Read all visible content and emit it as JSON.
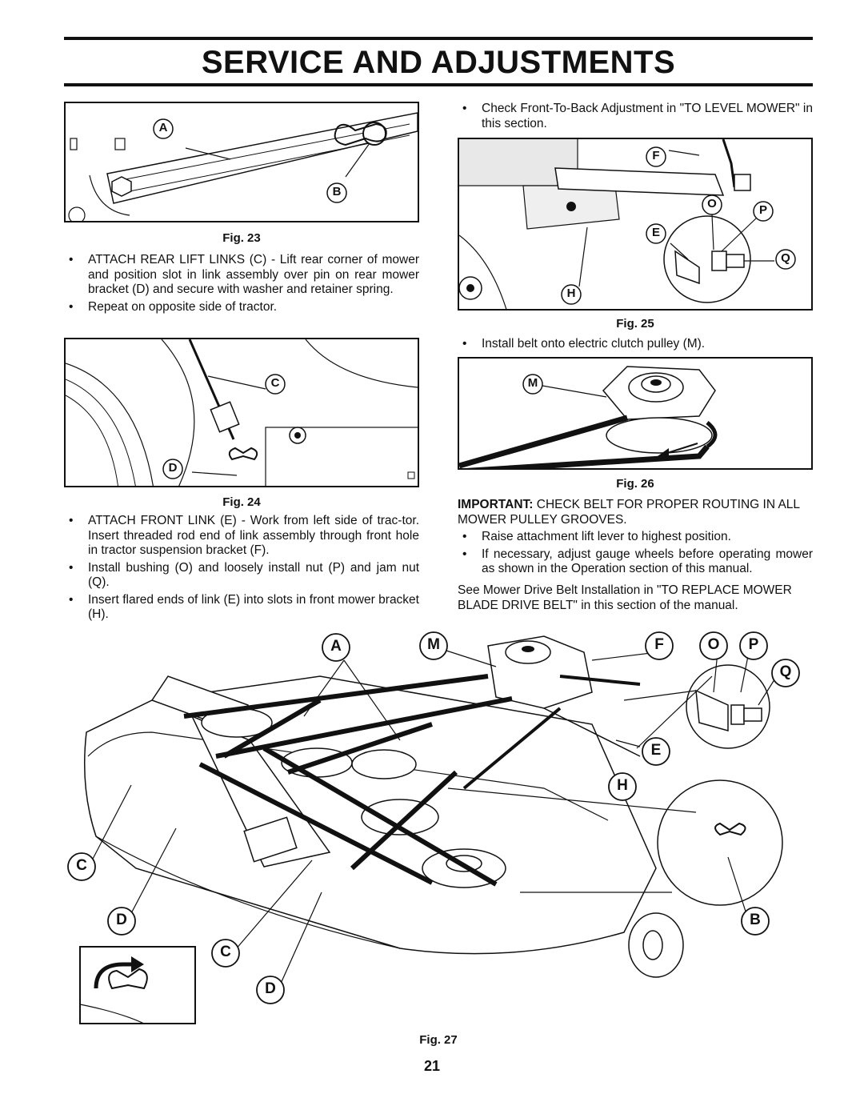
{
  "header": {
    "title": "SERVICE AND ADJUSTMENTS"
  },
  "fig23": {
    "caption": "Fig. 23",
    "labels": {
      "a": "A",
      "b": "B"
    }
  },
  "left_text_1": [
    "ATTACH REAR LIFT LINKS (C) - Lift rear corner of mower and position slot in link assembly over pin on rear mower bracket (D) and secure with washer and retainer spring.",
    "Repeat on opposite side of tractor."
  ],
  "fig24": {
    "caption": "Fig. 24",
    "labels": {
      "c": "C",
      "d": "D"
    }
  },
  "left_text_2": [
    "ATTACH FRONT LINK (E) - Work from left side of trac-tor. Insert threaded rod end of link assembly through front hole in tractor suspension bracket (F).",
    "Install bushing (O) and loosely install nut (P) and jam nut (Q).",
    "Insert flared ends of link (E) into slots in front mower bracket (H)."
  ],
  "right_text_1": [
    "Check Front-To-Back Adjustment in \"TO LEVEL MOWER\" in this section."
  ],
  "fig25": {
    "caption": "Fig. 25",
    "labels": {
      "f": "F",
      "o": "O",
      "p": "P",
      "e": "E",
      "q": "Q",
      "h": "H"
    }
  },
  "right_text_2": [
    "Install belt onto electric clutch pulley (M)."
  ],
  "fig26": {
    "caption": "Fig. 26",
    "labels": {
      "m": "M"
    }
  },
  "important": {
    "lead": "IMPORTANT:",
    "body": "CHECK BELT FOR PROPER ROUTING IN ALL MOWER PULLEY GROOVES."
  },
  "right_text_3": [
    "Raise attachment lift lever to highest position.",
    "If necessary, adjust gauge wheels before operating mower as shown in the Operation section of this manual."
  ],
  "see_note": "See Mower Drive Belt Installation in \"TO REPLACE MOWER BLADE DRIVE BELT\" in this section of the manual.",
  "fig27": {
    "caption": "Fig. 27",
    "labels": {
      "a": "A",
      "m": "M",
      "f": "F",
      "o": "O",
      "p": "P",
      "q": "Q",
      "e": "E",
      "h": "H",
      "c1": "C",
      "d1": "D",
      "b": "B",
      "c2": "C",
      "d2": "D"
    }
  },
  "footer": {
    "page_number": "21"
  }
}
